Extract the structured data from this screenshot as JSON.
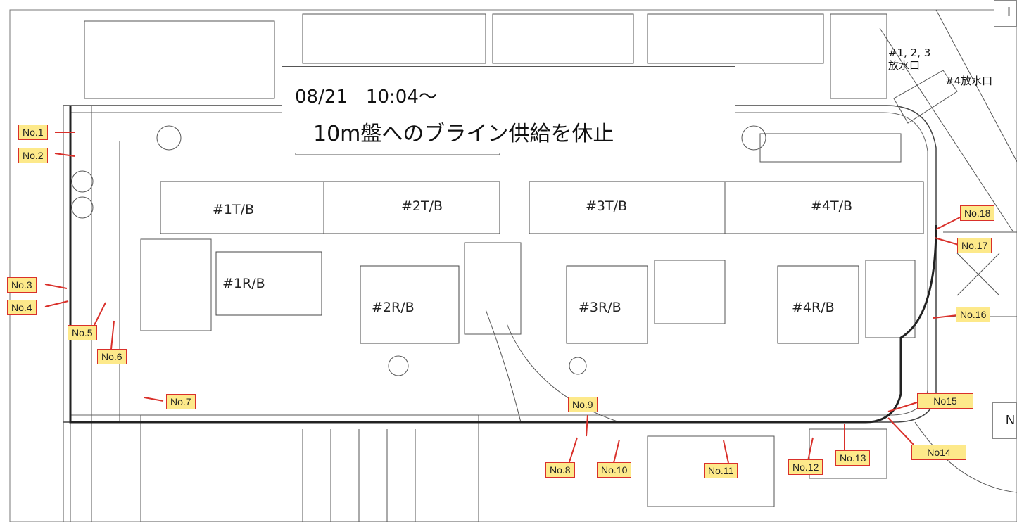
{
  "callout": {
    "line1": "08/21　10:04～",
    "line2": "10m盤へのブライン供給を休止"
  },
  "outlets": {
    "u123_line1": "#1, 2, 3",
    "u123_line2": "放水口",
    "u4": "#4放水口"
  },
  "buildings": {
    "t1": "#1T/B",
    "t2": "#2T/B",
    "t3": "#3T/B",
    "t4": "#4T/B",
    "r1": "#1R/B",
    "r2": "#2R/B",
    "r3": "#3R/B",
    "r4": "#4R/B"
  },
  "points": [
    {
      "id": "no1",
      "label": "No.1"
    },
    {
      "id": "no2",
      "label": "No.2"
    },
    {
      "id": "no3",
      "label": "No.3"
    },
    {
      "id": "no4",
      "label": "No.4"
    },
    {
      "id": "no5",
      "label": "No.5"
    },
    {
      "id": "no6",
      "label": "No.6"
    },
    {
      "id": "no7",
      "label": "No.7"
    },
    {
      "id": "no8",
      "label": "No.8"
    },
    {
      "id": "no9",
      "label": "No.9"
    },
    {
      "id": "no10",
      "label": "No.10"
    },
    {
      "id": "no11",
      "label": "No.11"
    },
    {
      "id": "no12",
      "label": "No.12"
    },
    {
      "id": "no13",
      "label": "No.13"
    },
    {
      "id": "no14",
      "label": "No14"
    },
    {
      "id": "no15",
      "label": "No15"
    },
    {
      "id": "no16",
      "label": "No.16"
    },
    {
      "id": "no17",
      "label": "No.17"
    },
    {
      "id": "no18",
      "label": "No.18"
    }
  ],
  "corner": {
    "top": "I",
    "right": "N"
  },
  "colors": {
    "tag_fill": "#fde98a",
    "tag_border": "#d9302a",
    "arrow": "#d9302a",
    "linework": "#333333"
  }
}
